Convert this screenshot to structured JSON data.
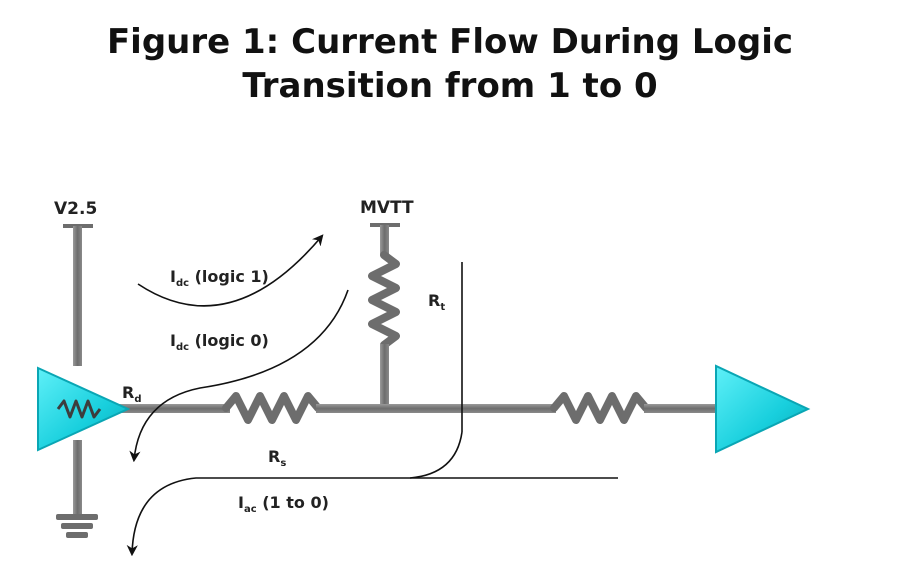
{
  "title": {
    "line1": "Figure 1:  Current Flow During Logic",
    "line2": "Transition from 1 to 0"
  },
  "labels": {
    "v25": "V2.5",
    "mvtt": "MVTT",
    "rt_main": "R",
    "rt_sub": "t",
    "rd_main": "R",
    "rd_sub": "d",
    "rs_main": "R",
    "rs_sub": "s",
    "idc1_main": "I",
    "idc1_sub": "dc",
    "idc1_rest": " (logic 1)",
    "idc0_main": "I",
    "idc0_sub": "dc",
    "idc0_rest": " (logic 0)",
    "iac_main": "I",
    "iac_sub": "ac",
    "iac_rest": " (1 to 0)"
  },
  "colors": {
    "wire": "#7a7a7a",
    "wire_dark": "#555555",
    "buffer": "#22d3e0",
    "buffer_dark": "#0aa6b4",
    "arrow": "#111111"
  },
  "icons": {
    "driver": "buffer-triangle-icon",
    "receiver": "buffer-triangle-icon",
    "ground": "ground-symbol-icon"
  }
}
